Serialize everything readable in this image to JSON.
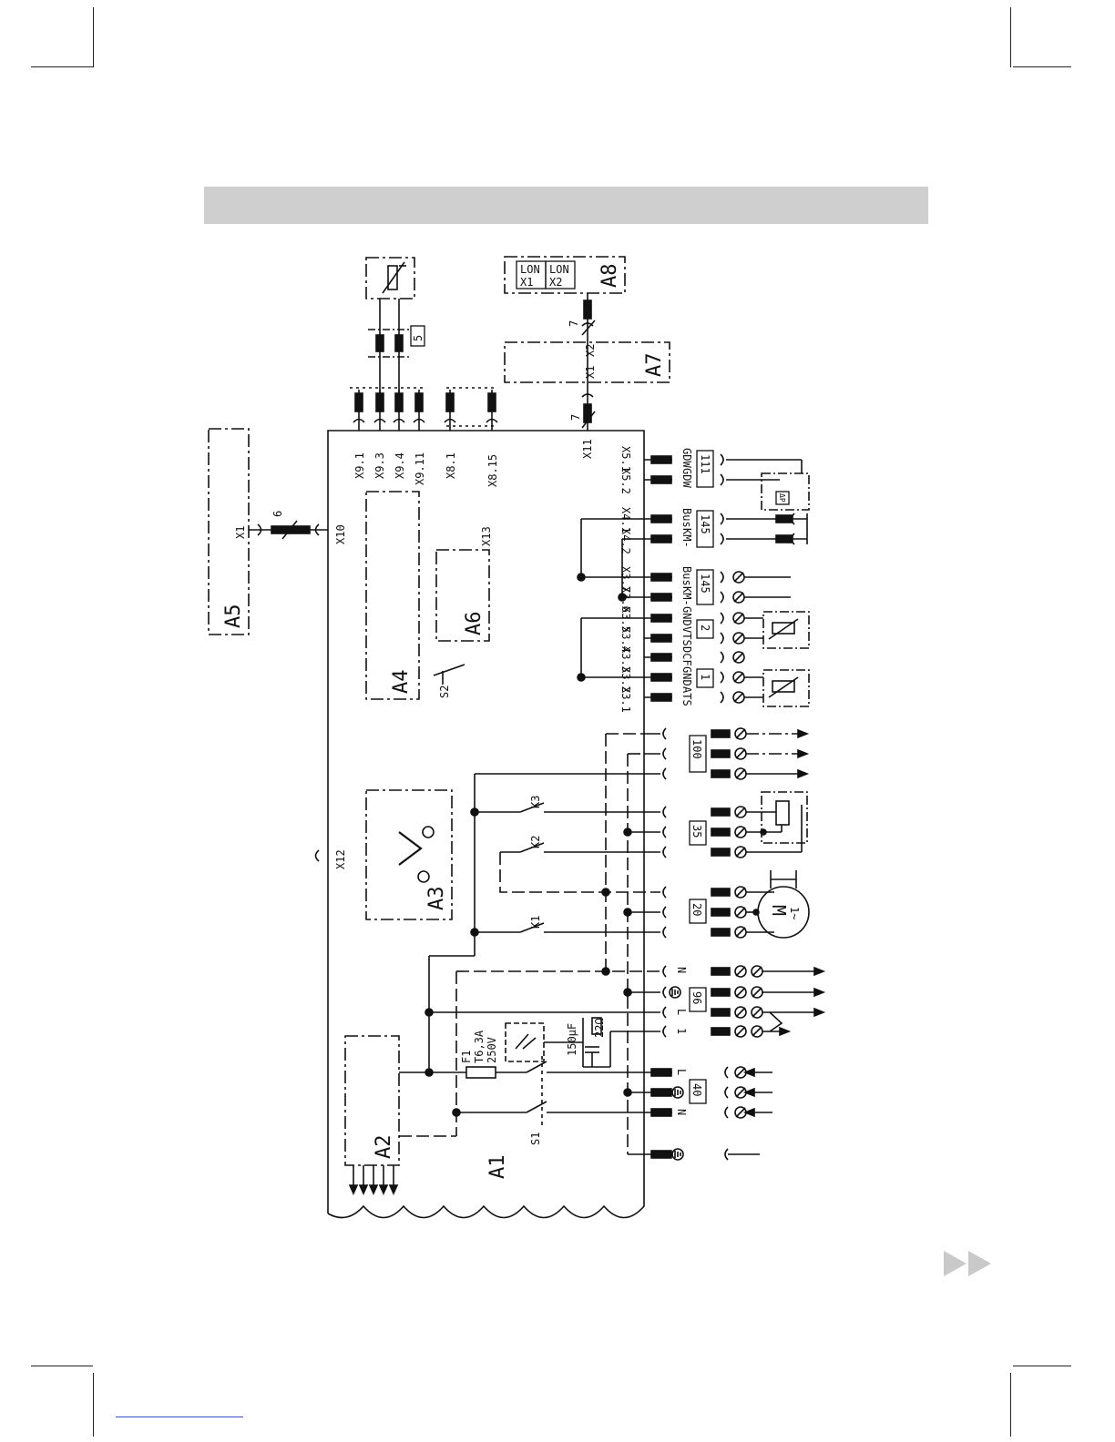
{
  "modules": {
    "a1": "A1",
    "a2": "A2",
    "a3": "A3",
    "a4": "A4",
    "a5": "A5",
    "a6": "A6",
    "a7": "A7",
    "a8": "A8"
  },
  "connectors": {
    "x1": "X1",
    "x2": "X2",
    "x10": "X10",
    "x11": "X11",
    "x12": "X12",
    "x13": "X13",
    "x9_1": "X9.1",
    "x9_3": "X9.3",
    "x9_4": "X9.4",
    "x9_11": "X9.11",
    "x8_1": "X8.1",
    "x8_15": "X8.15",
    "x5_1": "X5.1",
    "x5_2": "X5.2",
    "x4_1": "X4.1",
    "x4_2": "X4.2",
    "x3_7": "X3.7",
    "x3_6": "X3.6",
    "x3_5": "X3.5",
    "x3_4": "X3.4",
    "x3_3": "X3.3",
    "x3_2": "X3.2",
    "x3_1": "X3.1",
    "a8_lon1": "LON",
    "a8_x1": "X1",
    "a8_lon2": "LON",
    "a8_x2": "X2",
    "a7_x1": "X1",
    "a7_x2": "X2"
  },
  "wire_counts": {
    "a5": "6",
    "a7_left": "7",
    "a7_right": "7"
  },
  "signals": {
    "gdw1": "GDW",
    "gdw2": "GDW",
    "bus1": "Bus",
    "km1": "KM-",
    "bus2": "Bus",
    "km2": "KM-",
    "gnd1": "GND",
    "vts": "VTS",
    "dcf": "DCF",
    "gnd2": "GND",
    "ats": "ATS"
  },
  "plugs": {
    "p5": "5",
    "p111": "111",
    "p145a": "145",
    "p145b": "145",
    "p2": "2",
    "p1": "1",
    "p100": "100",
    "p35": "35",
    "p20": "20",
    "p96": "96",
    "p40": "40"
  },
  "relays": {
    "k1": "K1",
    "k2": "K2",
    "k3": "K3"
  },
  "switches": {
    "s1": "S1",
    "s2": "S2"
  },
  "power_terms": {
    "n1": "N",
    "l1": "L",
    "one": "1",
    "l2": "L",
    "n2": "N"
  },
  "fuse": {
    "name": "F1",
    "rating": "T6,3A",
    "voltage": "250V"
  },
  "rc": {
    "cap": "150µF",
    "res": "22Ω"
  },
  "motor": {
    "symbol": "M",
    "phase": "1~"
  },
  "pressure_switch": "ΔP"
}
